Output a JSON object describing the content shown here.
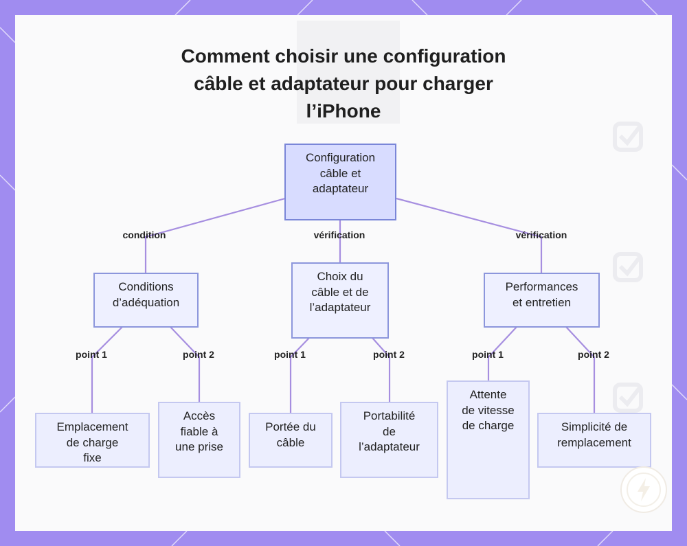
{
  "title": {
    "lines": [
      "Comment choisir une configuration",
      "câble et adaptateur pour charger",
      "l’iPhone"
    ]
  },
  "root": {
    "lines": [
      "Configuration",
      "câble et",
      "adaptateur"
    ]
  },
  "edges_level1": {
    "left": "condition",
    "center": "vérification",
    "right": "vérification"
  },
  "level1": {
    "left": {
      "lines": [
        "Conditions",
        "d’adéquation"
      ]
    },
    "center": {
      "lines": [
        "Choix du",
        "câble et de",
        "l’adaptateur"
      ]
    },
    "right": {
      "lines": [
        "Performances",
        "et entretien"
      ]
    }
  },
  "edges_level2": {
    "p1": "point 1",
    "p2": "point 2"
  },
  "leaves": {
    "l1": {
      "lines": [
        "Emplacement",
        "de charge",
        "fixe"
      ]
    },
    "l2": {
      "lines": [
        "Accès",
        "fiable à",
        "une prise"
      ]
    },
    "c1": {
      "lines": [
        "Portée du",
        "câble"
      ]
    },
    "c2": {
      "lines": [
        "Portabilité",
        "de",
        "l’adaptateur"
      ]
    },
    "r1": {
      "lines": [
        "Attente",
        "de vitesse",
        "de charge"
      ]
    },
    "r2": {
      "lines": [
        "Simplicité de",
        "remplacement"
      ]
    }
  },
  "colors": {
    "frame": "#a08cf0",
    "connector": "#a68ee0",
    "node_fill": "#eceefe",
    "root_fill": "#d8dcff"
  }
}
